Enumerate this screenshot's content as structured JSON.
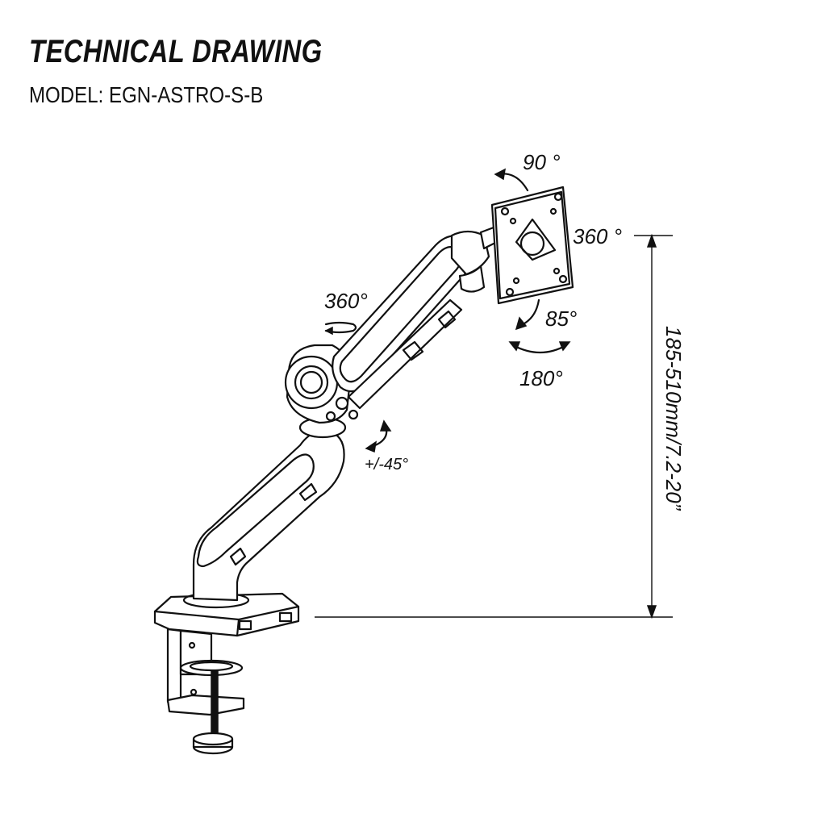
{
  "header": {
    "title": "TECHNICAL DRAWING",
    "model": "MODEL: EGN-ASTRO-S-B"
  },
  "annotations": {
    "plate_tilt_up": "90 °",
    "plate_rotate": "360 °",
    "plate_tilt_down": "85°",
    "plate_swivel": "180°",
    "arm_rotate": "360°",
    "lower_arm_tilt": "+/-45°",
    "height_range": "185-510mm/7.2-20”"
  },
  "colors": {
    "line": "#111111",
    "background": "#ffffff"
  }
}
